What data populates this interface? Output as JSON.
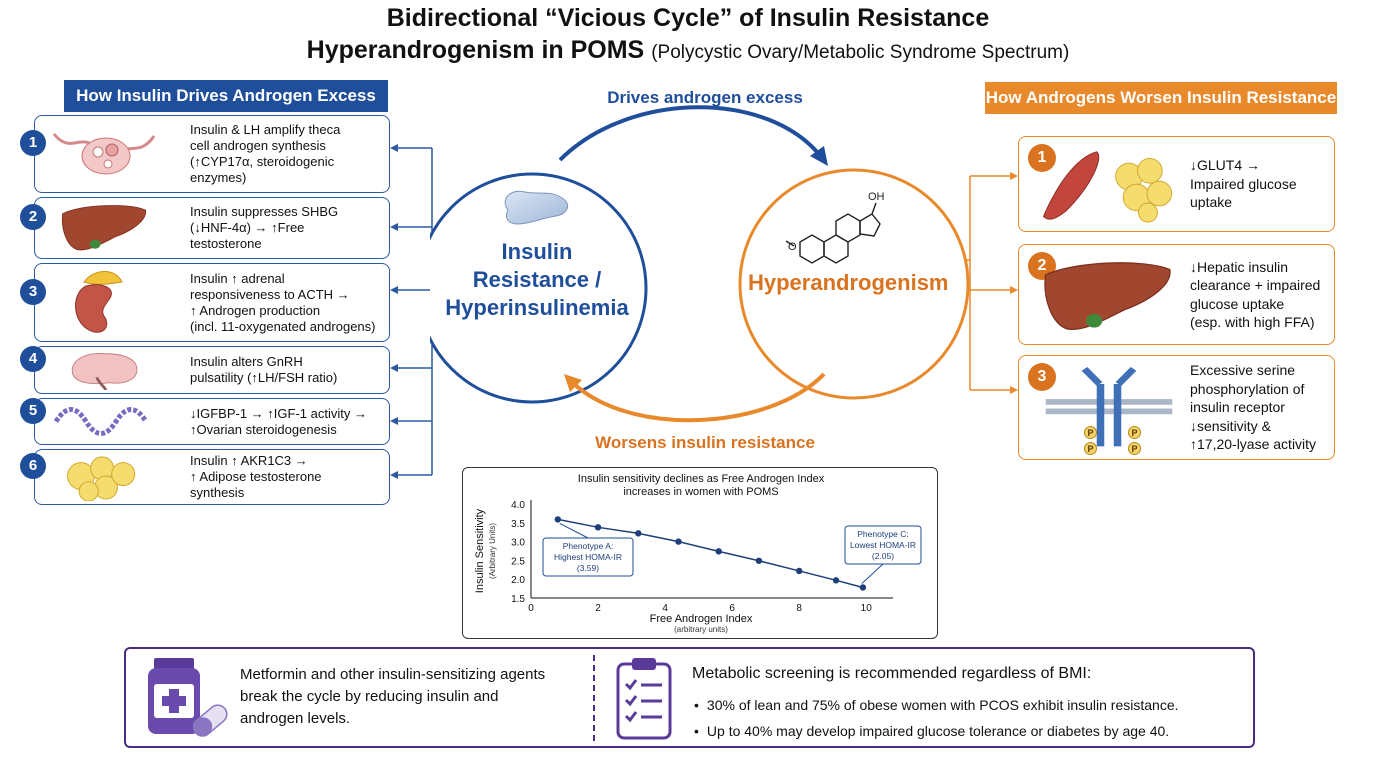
{
  "title": {
    "line1": "Bidirectional “Vicious Cycle” of Insulin Resistance",
    "line2_main": "Hyperandrogenism in POMS",
    "line2_sub": "(Polycystic Ovary/Metabolic Syndrome Spectrum)"
  },
  "left_panel": {
    "header": "How Insulin Drives Androgen Excess",
    "items": [
      {
        "num": "1",
        "icon": "ovary-icon",
        "lines": [
          "Insulin & LH amplify theca",
          "cell androgen synthesis",
          "(↑CYP17α, steroidogenic",
          "enzymes)"
        ]
      },
      {
        "num": "2",
        "icon": "liver-icon",
        "lines": [
          "Insulin suppresses SHBG",
          "(↓HNF-4α) → ↑Free",
          "testosterone"
        ]
      },
      {
        "num": "3",
        "icon": "adrenal-kidney-icon",
        "lines": [
          "Insulin ↑ adrenal",
          "responsiveness to ACTH →",
          "↑ Androgen production",
          "(incl. 11-oxygenated androgens)"
        ]
      },
      {
        "num": "4",
        "icon": "brain-icon",
        "lines": [
          "Insulin alters GnRH",
          "pulsatility (↑LH/FSH ratio)"
        ]
      },
      {
        "num": "5",
        "icon": "protein-chain-icon",
        "lines": [
          "↓IGFBP-1 → ↑IGF-1 activity →",
          "↑Ovarian steroidogenesis"
        ]
      },
      {
        "num": "6",
        "icon": "adipose-cells-icon",
        "lines": [
          "Insulin ↑ AKR1C3 →",
          "↑ Adipose testosterone",
          "synthesis"
        ]
      }
    ]
  },
  "center": {
    "insulin_label_lines": [
      "Insulin",
      "Resistance /",
      "Hyperinsulinemia"
    ],
    "hyper_label": "Hyperandrogenism",
    "top_arrow_label": "Drives androgen excess",
    "bottom_arrow_label": "Worsens insulin resistance",
    "steroid_oh": "OH",
    "steroid_o": "O"
  },
  "right_panel": {
    "header": "How Androgens Worsen Insulin Resistance",
    "items": [
      {
        "num": "1",
        "icon": "muscle-fat-icon",
        "lines": [
          "↓GLUT4 →",
          "Impaired glucose",
          "uptake"
        ]
      },
      {
        "num": "2",
        "icon": "liver-icon",
        "lines": [
          "↓Hepatic insulin",
          "clearance + impaired",
          "glucose uptake",
          "(esp. with high FFA)"
        ]
      },
      {
        "num": "3",
        "icon": "insulin-receptor-icon",
        "lines": [
          "Excessive serine",
          "phosphorylation of",
          "insulin receptor",
          "↓sensitivity &",
          "↑17,20-lyase activity"
        ]
      }
    ],
    "phospho_label": "P"
  },
  "chart_data": {
    "type": "line",
    "title_lines": [
      "Insulin sensitivity declines as Free Androgen Index",
      "increases in women with POMS"
    ],
    "xlabel": "Free Androgen Index",
    "xlabel_sub": "(arbitrary units)",
    "ylabel": "Insulin Sensitivity",
    "ylabel_sub": "(Arbitrary Units)",
    "xlim": [
      0,
      10.5
    ],
    "ylim": [
      1.5,
      4.0
    ],
    "xticks": [
      "0",
      "2",
      "4",
      "6",
      "8",
      "10"
    ],
    "yticks": [
      "1.5",
      "2.0",
      "2.5",
      "3.0",
      "3.5",
      "4.0"
    ],
    "x": [
      0.8,
      2.0,
      3.2,
      4.4,
      5.6,
      6.8,
      8.0,
      9.1,
      9.9
    ],
    "y": [
      3.59,
      3.38,
      3.22,
      3.0,
      2.74,
      2.49,
      2.22,
      1.97,
      1.78
    ],
    "line_color": "#1f3f7a",
    "annotations": [
      {
        "lines": [
          "Phenotype A:",
          "Highest HOMA-IR",
          "(3.59)"
        ]
      },
      {
        "lines": [
          "Phenotype C:",
          "Lowest HOMA-IR",
          "(2.05)"
        ]
      }
    ]
  },
  "bottom": {
    "metformin_lines": [
      "Metformin and other insulin-sensitizing agents",
      "break the cycle by reducing insulin and",
      "androgen levels."
    ],
    "screening_title": "Metabolic screening is recommended  regardless of BMI:",
    "screening_items": [
      "30% of lean and 75% of obese women with PCOS exhibit insulin resistance.",
      "Up to 40% may develop impaired glucose tolerance or diabetes by age 40."
    ]
  },
  "colors": {
    "blue": "#1f4e9a",
    "orange": "#e8892c",
    "purple": "#4b2c85"
  }
}
